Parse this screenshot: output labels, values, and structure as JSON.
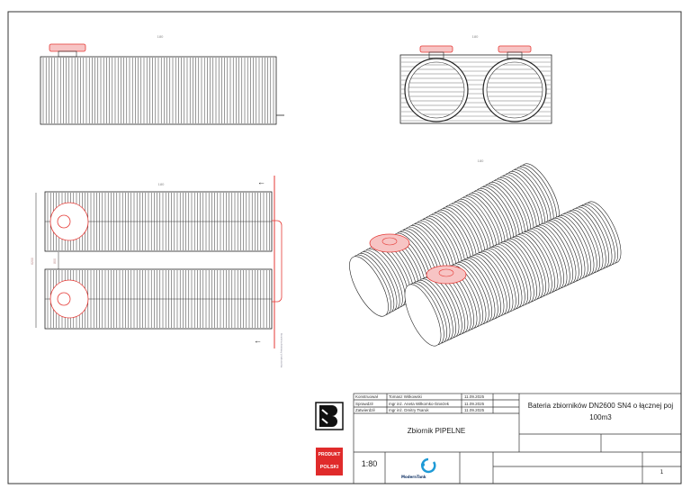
{
  "views": {
    "side_label": "180",
    "end_label": "180",
    "iso_label": "180",
    "plan_label": "180",
    "plan_dim_total": "6200",
    "plan_dim_gap": "800",
    "boundary_label": "Granica dostawy producenta"
  },
  "title_block": {
    "signatures": [
      {
        "role": "Konstruował",
        "name": "Tomasz Witkowski",
        "date": "11.09.2025"
      },
      {
        "role": "Sprawdził",
        "name": "mgr inż. Aneta Wiłkomko-Śnieżek",
        "date": "11.09.2025"
      },
      {
        "role": "Zatwierdził",
        "name": "mgr inż. Dmitry Tsaruk",
        "date": "11.09.2025"
      }
    ],
    "drawing_title_line1": "Bateria zbiorników DN2600 SN4 o łącznej poj",
    "drawing_title_line2": "100m3",
    "name": "Zbiornik PIPELNE",
    "scale": "1:80",
    "sheet": "1",
    "company": "ModernTank",
    "badge_line1": "PRODUKT",
    "badge_line2": "POLSKI"
  },
  "colors": {
    "accent_red": "#e53935",
    "logo_blue": "#1e9ad6"
  }
}
